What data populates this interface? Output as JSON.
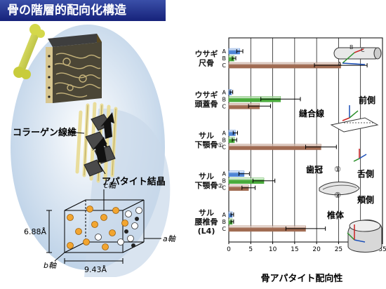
{
  "title": "骨の階層的配向化構造",
  "left_labels": {
    "collagen": "コラーゲン線維",
    "apatite": "アパタイト結晶",
    "c_axis": "c軸",
    "a_axis": "a軸",
    "b_axis": "b軸",
    "dim_c": "6.88Å",
    "dim_a": "9.43Å"
  },
  "annotations": {
    "front": "前側",
    "suture": "縫合線",
    "crown": "歯冠",
    "tongue": "舌側",
    "cheek": "頬側",
    "vertebra": "椎体",
    "n1": "①",
    "n2": "②"
  },
  "colors": {
    "A": "#4f86d6",
    "B": "#4aab3c",
    "C": "#a06b52",
    "title_bg": "#1f2d8a"
  },
  "chart_data": {
    "type": "bar",
    "orientation": "horizontal",
    "xlabel": "骨アパタイト配向性",
    "xlim": [
      0,
      35
    ],
    "xticks": [
      0,
      5,
      10,
      15,
      20,
      25,
      30,
      35
    ],
    "grid": true,
    "bar_keys": [
      "A",
      "B",
      "C"
    ],
    "groups": [
      {
        "label": [
          "ウサギ",
          "尺骨"
        ],
        "values": [
          2.5,
          1.2,
          25.5
        ],
        "errors": [
          0.7,
          0.4,
          6.0
        ]
      },
      {
        "label": [
          "ウサギ",
          "頭蓋骨"
        ],
        "values": [
          0.6,
          11.8,
          7.0
        ],
        "errors": [
          0.3,
          4.5,
          2.5
        ]
      },
      {
        "label": [
          "サル",
          "下顎骨"
        ],
        "label_suffix": "①",
        "values": [
          1.5,
          1.3,
          21.0
        ],
        "errors": [
          0.5,
          0.5,
          3.5
        ]
      },
      {
        "label": [
          "サル",
          "下顎骨"
        ],
        "label_suffix": "②",
        "values": [
          3.5,
          8.0,
          4.5
        ],
        "errors": [
          1.2,
          2.5,
          1.5
        ]
      },
      {
        "label": [
          "サル",
          "腰椎骨",
          "(L4)"
        ],
        "values": [
          0.8,
          0.8,
          17.5
        ],
        "errors": [
          0.3,
          0.3,
          4.5
        ]
      }
    ]
  }
}
